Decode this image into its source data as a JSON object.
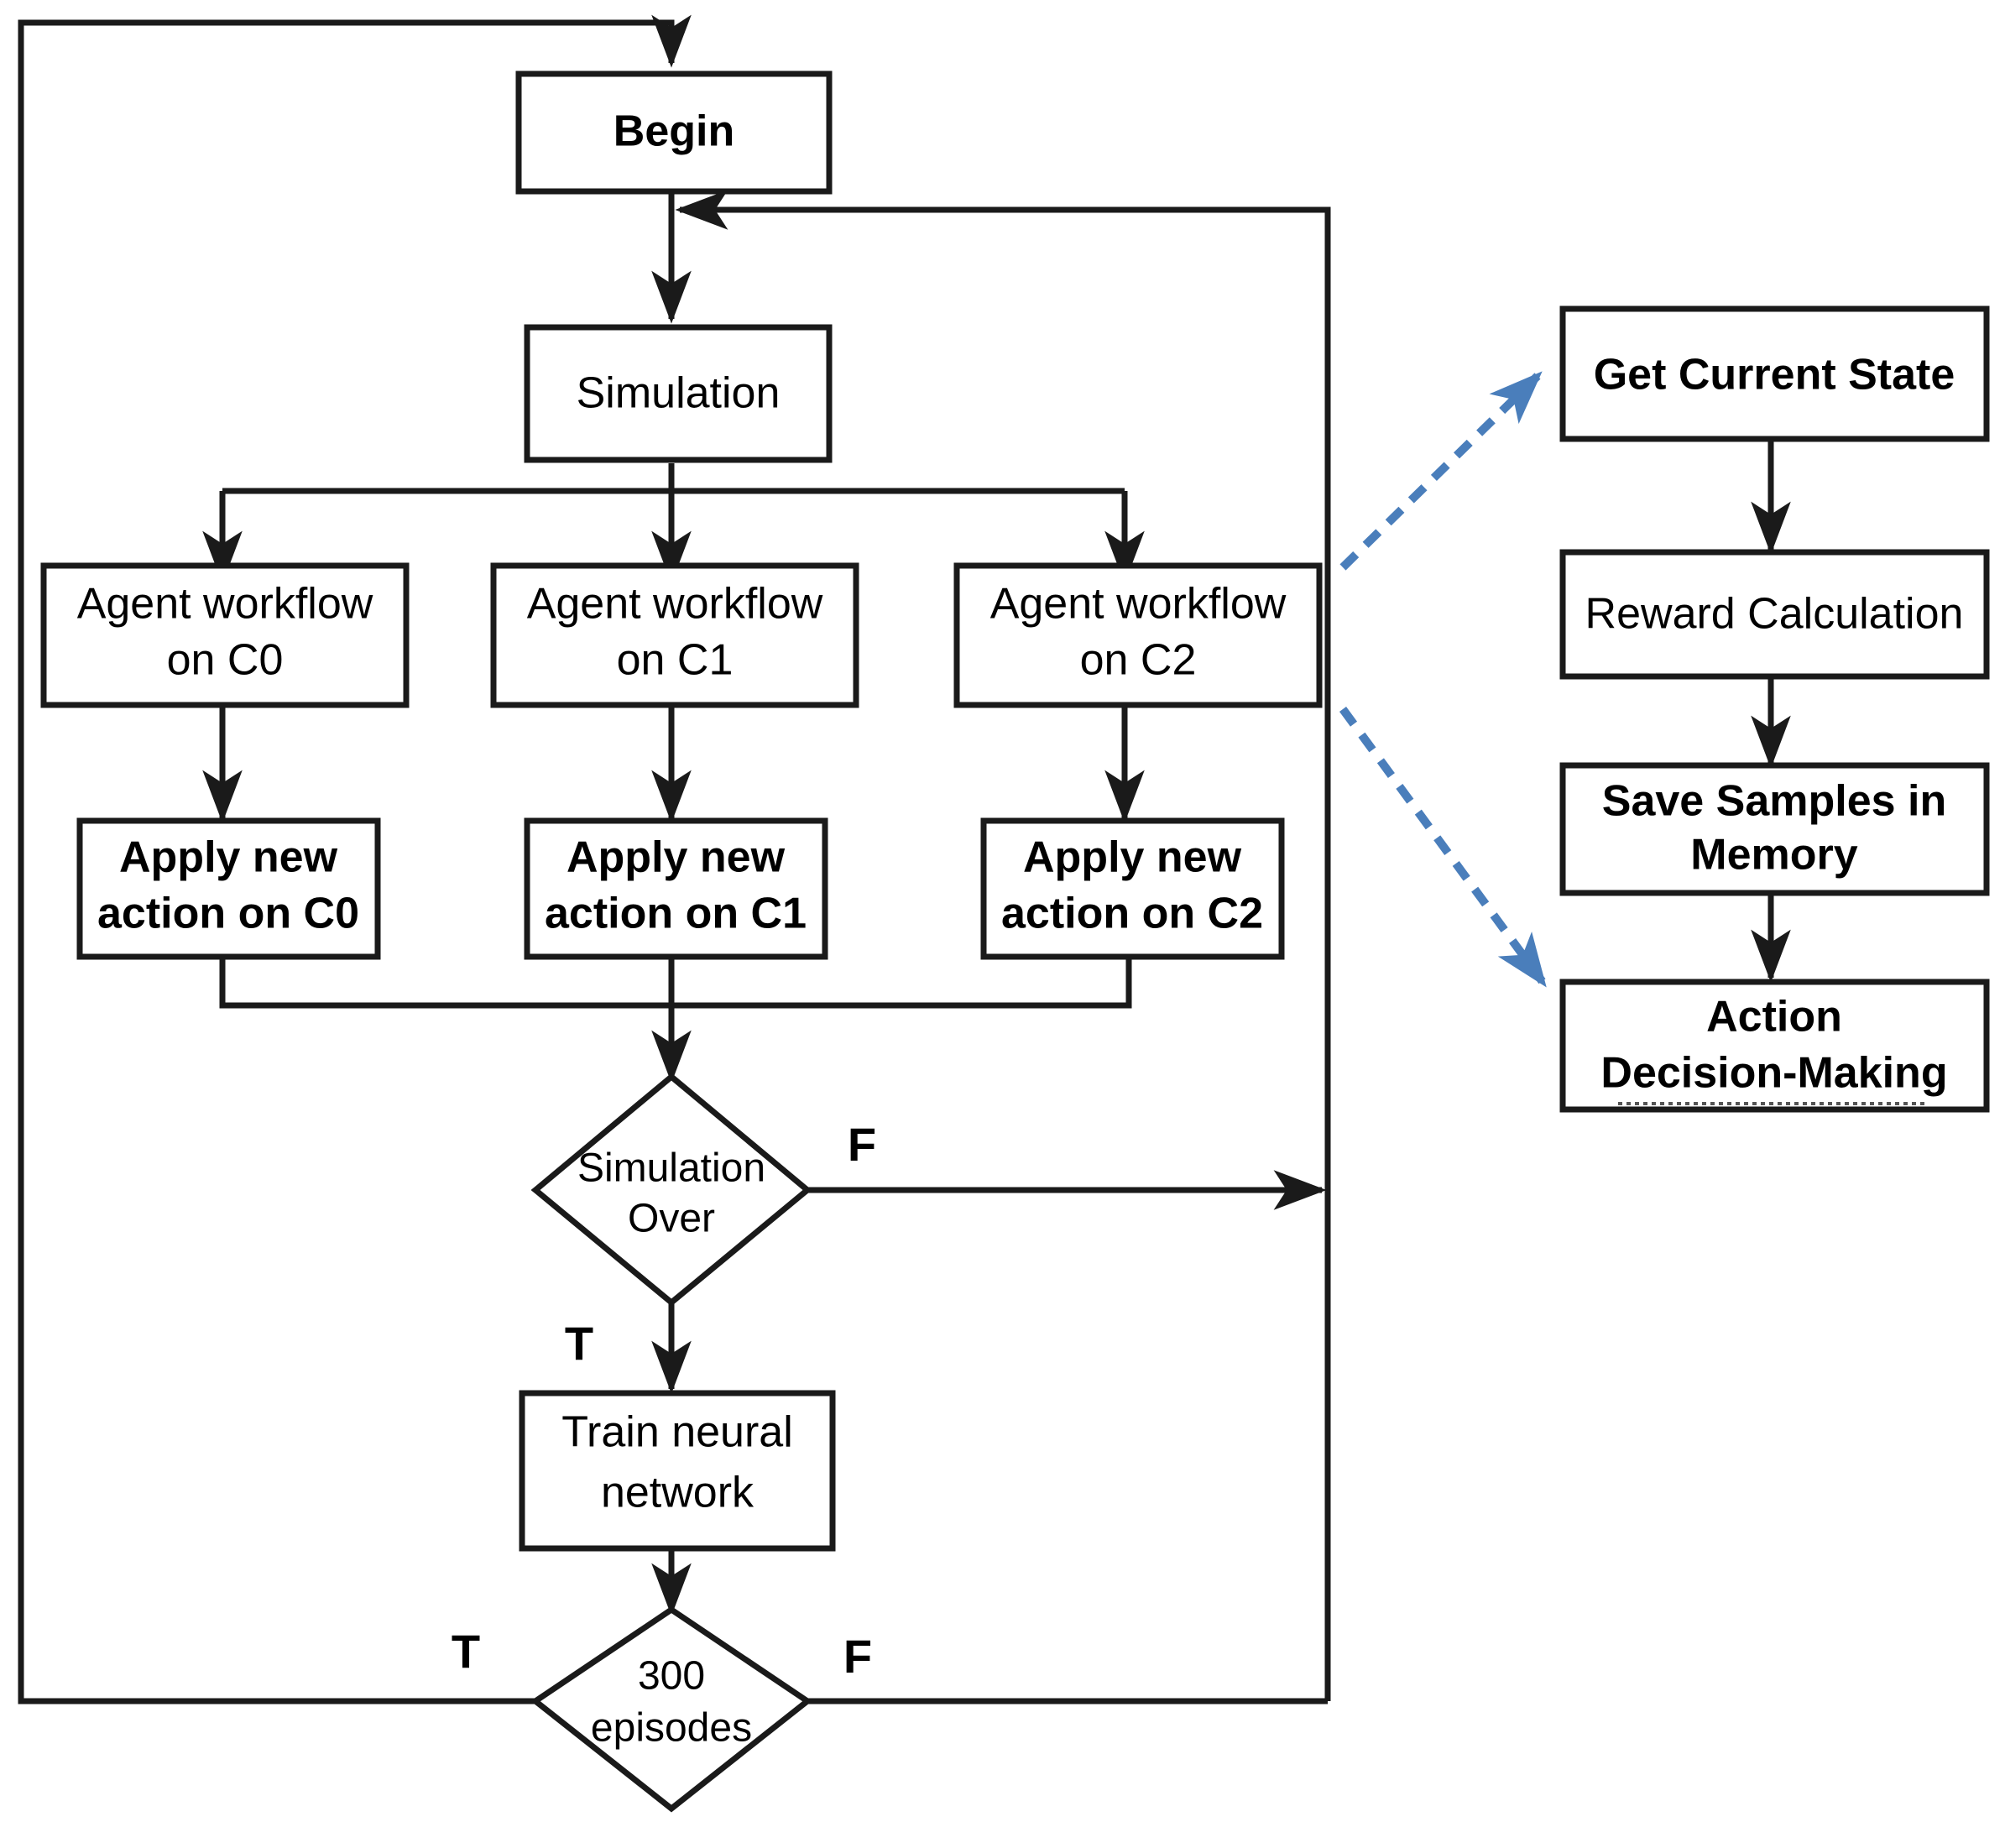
{
  "diagram": {
    "title": "Reinforcement learning training loop flowchart",
    "colors": {
      "stroke": "#1a1a1a",
      "box_fill": "#ffffff",
      "dashed_accent": "#4a7ebb",
      "background": "#ffffff"
    },
    "left_flow": {
      "begin": "Begin",
      "simulation": "Simulation",
      "agent_workflows": [
        "Agent workflow\non C0",
        "Agent workflow\non C1",
        "Agent workflow\non C2"
      ],
      "agent_workflow_lines": [
        [
          "Agent workflow",
          "on C0"
        ],
        [
          "Agent workflow",
          "on C1"
        ],
        [
          "Agent workflow",
          "on C2"
        ]
      ],
      "apply_actions_lines": [
        [
          "Apply new",
          "action on C0"
        ],
        [
          "Apply new",
          "action on C1"
        ],
        [
          "Apply new",
          "action on C2"
        ]
      ],
      "decision_simulation_over": [
        "Simulation",
        "Over"
      ],
      "train": [
        "Train neural",
        "network"
      ],
      "decision_episodes": [
        "300",
        "episodes"
      ]
    },
    "right_flow": {
      "steps": [
        {
          "lines": [
            "Get Current State"
          ],
          "bold": true
        },
        {
          "lines": [
            "Reward Calculation"
          ],
          "bold": false
        },
        {
          "lines": [
            "Save Samples in",
            "Memory"
          ],
          "bold": true
        },
        {
          "lines": [
            "Action",
            "Decision-Making"
          ],
          "bold": true
        }
      ]
    },
    "edge_labels": {
      "simulation_over_false": "F",
      "simulation_over_true": "T",
      "episodes_true": "T",
      "episodes_false": "F"
    }
  }
}
